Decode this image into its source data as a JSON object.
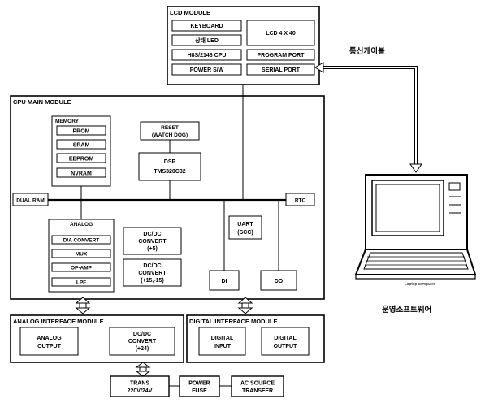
{
  "lcd_module": {
    "title": "LCD MODULE",
    "keyboard": "KEYBOARD",
    "status_led": "상태 LED",
    "cpu": "H8S/2148 CPU",
    "power_sw": "POWER S/W",
    "lcd_display": "LCD 4 X 40",
    "program_port": "PROGRAM PORT",
    "serial_port": "SERIAL PORT"
  },
  "comm_cable_label": "통신케이블",
  "cpu_main_module": {
    "title": "CPU MAIN MODULE",
    "memory": {
      "title": "MEMORY",
      "prom": "PROM",
      "sram": "SRAM",
      "eeprom": "EEPROM",
      "nvram": "NVRAM"
    },
    "reset": {
      "line1": "RESET",
      "line2": "(WATCH DOG)"
    },
    "dsp": {
      "line1": "DSP",
      "line2": "TMS320C32"
    },
    "dual_ram": "DUAL RAM",
    "rtc": "RTC",
    "analog": {
      "title": "ANALOG",
      "da_convert": "D/A CONVERT",
      "mux": "MUX",
      "op_amp": "OP-AMP",
      "lpf": "LPF"
    },
    "dcdc_5": {
      "line1": "DC/DC",
      "line2": "CONVERT",
      "line3": "(+5)"
    },
    "dcdc_15": {
      "line1": "DC/DC",
      "line2": "CONVERT",
      "line3": "(+15,-15)"
    },
    "uart": {
      "line1": "UART",
      "line2": "(SCC)"
    },
    "di": "DI",
    "do": "DO"
  },
  "laptop_caption": "Laptop computer",
  "software_label": "운영소프트웨어",
  "analog_interface_module": {
    "title": "ANALOG INTERFACE MODULE",
    "analog_output": {
      "line1": "ANALOG",
      "line2": "OUTPUT"
    },
    "dcdc_24": {
      "line1": "DC/DC",
      "line2": "CONVERT",
      "line3": "(+24)"
    }
  },
  "digital_interface_module": {
    "title": "DIGITAL INTERFACE MODULE",
    "digital_input": {
      "line1": "DIGITAL",
      "line2": "INPUT"
    },
    "digital_output": {
      "line1": "DIGITAL",
      "line2": "OUTPUT"
    }
  },
  "power_chain": {
    "trans": {
      "line1": "TRANS",
      "line2": "220V/24V"
    },
    "power_fuse": {
      "line1": "POWER",
      "line2": "FUSE"
    },
    "ac_source": {
      "line1": "AC SOURCE",
      "line2": "TRANSFER"
    }
  }
}
